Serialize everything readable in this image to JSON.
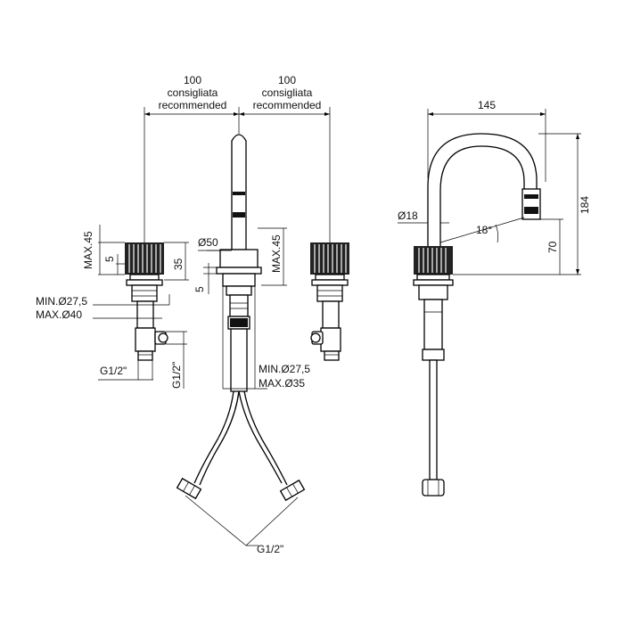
{
  "dimensions": {
    "left_spacing": {
      "value": "100",
      "line1": "consigliata",
      "line2": "recommended"
    },
    "right_spacing": {
      "value": "100",
      "line1": "consigliata",
      "line2": "recommended"
    },
    "max45_left": "MAX.45",
    "five_left": "5",
    "thirtyfive": "35",
    "min_left": "MIN.Ø27,5",
    "max_left": "MAX.Ø40",
    "g12_left_h": "G1/2\"",
    "g12_left_v": "G1/2\"",
    "dia50": "Ø50",
    "five_center": "5",
    "max45_center": "MAX.45",
    "min_center": "MIN.Ø27,5",
    "max_center": "MAX.Ø35",
    "g12_bottom": "G1/2\"",
    "width145": "145",
    "height184": "184",
    "height70": "70",
    "dia18": "Ø18",
    "angle18": "18°"
  }
}
